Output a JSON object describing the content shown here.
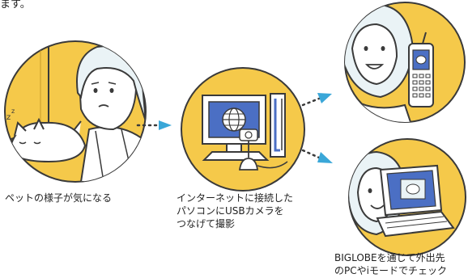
{
  "header": {
    "fragment": "ます。"
  },
  "captions": {
    "pet": {
      "line1": "ペットの様子が気になる"
    },
    "pc": {
      "line1": "インターネットに接続した",
      "line2": "パソコンにUSBカメラを",
      "line3": "つなげて撮影"
    },
    "check": {
      "line1": "BIGLOBEを通じて外出先",
      "line2": "のPCやiモードでチェック"
    }
  },
  "colors": {
    "circle_fill": "#f5c94a",
    "outline": "#3a3a3a",
    "arrow": "#3aa7d8",
    "screen_blue": "#4b6fc4",
    "face_fill": "#ffffff"
  },
  "icons": [
    "sleeping-cat-icon",
    "woman-worried-icon",
    "computer-camera-icon",
    "globe-icon",
    "woman-smiling-icon",
    "mobile-phone-icon",
    "laptop-icon",
    "dotted-arrow-icon"
  ]
}
